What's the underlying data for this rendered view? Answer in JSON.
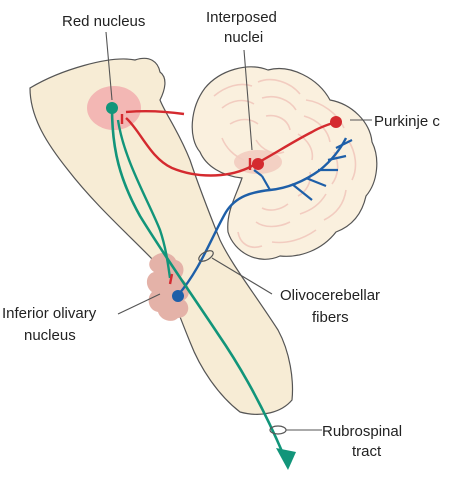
{
  "labels": {
    "red_nucleus": "Red nucleus",
    "interposed_line1": "Interposed",
    "interposed_line2": "nuclei",
    "purkinje": "Purkinje c",
    "inferior_olivary_line1": "Inferior olivary",
    "inferior_olivary_line2": "nucleus",
    "olivocerebellar_line1": "Olivocerebellar",
    "olivocerebellar_line2": "fibers",
    "rubrospinal_line1": "Rubrospinal",
    "rubrospinal_line2": "tract"
  },
  "colors": {
    "brainstem_fill": "#f7ecd5",
    "cerebellum_fill": "#faf0de",
    "folia_fill": "#f2ccc0",
    "outline": "#555555",
    "red_pathway": "#d42a2f",
    "blue_pathway": "#1e5fa8",
    "green_pathway": "#12957a",
    "nucleus_glow": "#f1a5a8",
    "olive_fill": "#e4b2a8"
  }
}
